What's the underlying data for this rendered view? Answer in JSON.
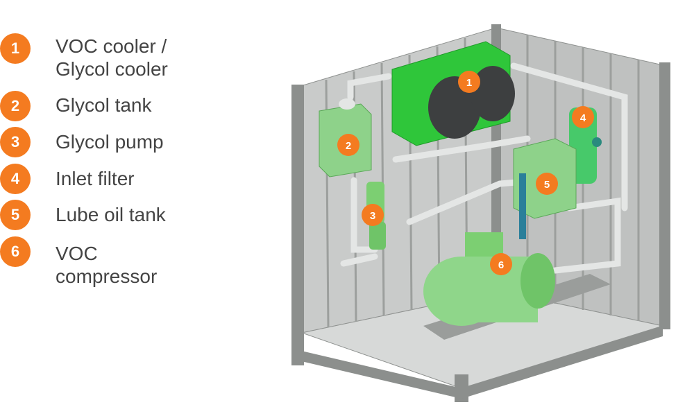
{
  "legend": [
    {
      "number": "1",
      "label": "VOC cooler /\nGlycol cooler"
    },
    {
      "number": "2",
      "label": "Glycol tank"
    },
    {
      "number": "3",
      "label": "Glycol pump"
    },
    {
      "number": "4",
      "label": "Inlet filter"
    },
    {
      "number": "5",
      "label": "Lube oil tank"
    },
    {
      "number": "6",
      "label": "VOC\ncompressor"
    }
  ],
  "markers": [
    "1",
    "2",
    "3",
    "4",
    "5",
    "6"
  ],
  "colors": {
    "accent": "#f47b20",
    "text": "#444444",
    "equipment": "#3cc43c",
    "container": "#a9acaa"
  }
}
